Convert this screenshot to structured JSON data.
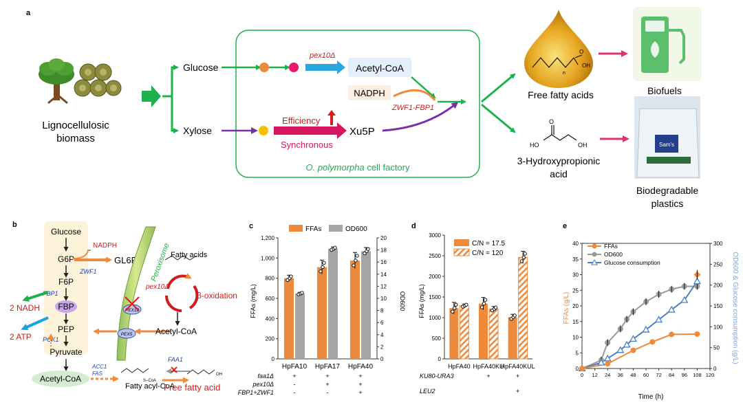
{
  "panel_a": {
    "label": "a",
    "biomass_label_1": "Lignocellulosic",
    "biomass_label_2": "biomass",
    "glucose": "Glucose",
    "xylose": "Xylose",
    "pex10": "pex10Δ",
    "acetyl_coa": "Acetyl-CoA",
    "nadph": "NADPH",
    "zwf1_fbp1": "ZWF1-FBP1",
    "efficiency": "Efficiency",
    "synchronous": "Synchronous",
    "xu5p": "Xu5P",
    "cell_factory_species": "O. polymorpha",
    "cell_factory_suffix": " cell factory",
    "ffa": "Free fatty acids",
    "hp_label_1": "3-Hydroxypropionic",
    "hp_label_2": "acid",
    "biofuels": "Biofuels",
    "plastics_1": "Biodegradable",
    "plastics_2": "plastics",
    "molecule_oh": "OH",
    "molecule_ho": "HO",
    "molecule_o": "O",
    "molecule_n": "n",
    "bag_brand": "Sam's"
  },
  "panel_b": {
    "label": "b",
    "glucose": "Glucose",
    "g6p": "G6P",
    "nadph": "NADPH",
    "zwf1": "ZWF1",
    "gl6p": "GL6P",
    "f6p": "F6P",
    "fbp1": "FBP1",
    "fbp": "FBP",
    "nadh": "2 NADH",
    "atp": "2 ATP",
    "pep": "PEP",
    "pck1": "PCK1",
    "pyruvate": "Pyruvate",
    "acetyl_coa_left": "Acetyl-CoA",
    "acc1": "ACC1",
    "fas": "FAS",
    "fatty_acyl_coa": "Fatty acyl-CoA",
    "faa1": "FAA1",
    "free_fatty_acid": "Free fatty acid",
    "peroxisome": "Peroxisome",
    "fatty_acids": "Fatty acids",
    "pex10": "pex10Δ",
    "beta_ox": "β-oxidation",
    "pex12": "PEX12",
    "pex5": "PEX5",
    "acetyl_coa_right": "Acetyl-CoA",
    "scoa": "S–CoA",
    "oh": "OH"
  },
  "panel_c": {
    "label": "c",
    "legend": [
      "FFAs",
      "OD600"
    ],
    "ylabel_left": "FFAs (mg/L)",
    "ylabel_right": "OD600",
    "yticks_left": [
      "0",
      "200",
      "400",
      "600",
      "800",
      "1,000",
      "1,200"
    ],
    "yticks_right": [
      "0",
      "2",
      "4",
      "6",
      "8",
      "10",
      "12",
      "14",
      "16",
      "18",
      "20"
    ],
    "genotype_rows": [
      {
        "name": "faa1Δ",
        "marks": [
          "+",
          "+",
          "+"
        ]
      },
      {
        "name": "pex10Δ",
        "marks": [
          "-",
          "+",
          "+"
        ]
      },
      {
        "name": "FBP1+ZWF1",
        "marks": [
          "-",
          "-",
          "+"
        ]
      }
    ]
  },
  "panel_d": {
    "label": "d",
    "legend": [
      "C/N = 17.5",
      "C/N = 120"
    ],
    "ylabel": "FFAs (mg/L)",
    "yticks": [
      "0",
      "500",
      "1000",
      "1500",
      "2000",
      "2500",
      "3000"
    ],
    "genotype_rows": [
      {
        "name": "KU80-URA3",
        "marks": [
          "",
          "+",
          "+"
        ]
      },
      {
        "name": "LEU2",
        "marks": [
          "",
          "",
          "+"
        ]
      }
    ]
  },
  "panel_e": {
    "label": "e",
    "legend": [
      "FFAs",
      "OD600",
      "Glucose consumption"
    ],
    "ylabel_left": "FFAs (g/L)",
    "ylabel_right": "OD600 & Glucose consumption (g/L)",
    "xlabel": "Time (h)",
    "xticks": [
      "0",
      "12",
      "24",
      "36",
      "48",
      "60",
      "72",
      "84",
      "96",
      "108",
      "120"
    ],
    "yticks_left": [
      "0",
      "5",
      "10",
      "15",
      "20",
      "25",
      "30",
      "35",
      "40"
    ],
    "yticks_right": [
      "0",
      "50",
      "100",
      "150",
      "200",
      "250",
      "300"
    ]
  },
  "chart_data": [
    {
      "type": "bar",
      "panel": "c",
      "categories": [
        "HpFA10",
        "HpFA17",
        "HpFA40"
      ],
      "series": [
        {
          "name": "FFAs",
          "axis": "left",
          "values": [
            800,
            910,
            975
          ],
          "errors": [
            30,
            70,
            80
          ]
        },
        {
          "name": "OD600",
          "axis": "right",
          "values": [
            10.8,
            18.2,
            17.8
          ],
          "errors": [
            0.2,
            0.3,
            0.6
          ]
        }
      ],
      "ylim_left": [
        0,
        1200
      ],
      "ylim_right": [
        0,
        20
      ],
      "colors": {
        "FFAs": "#ee8a3c",
        "OD600": "#a6a6a6"
      }
    },
    {
      "type": "bar",
      "panel": "d",
      "categories": [
        "HpFA40",
        "HpFA40KU",
        "HpFA40KUL"
      ],
      "series": [
        {
          "name": "C/N = 17.5",
          "values": [
            1230,
            1340,
            1010
          ],
          "errors": [
            140,
            150,
            70
          ]
        },
        {
          "name": "C/N = 120",
          "values": [
            1290,
            1210,
            2460
          ],
          "errors": [
            40,
            60,
            150
          ]
        }
      ],
      "ylim": [
        0,
        3000
      ],
      "colors": {
        "C/N = 17.5": "#ee8a3c",
        "C/N = 120": "hatched-orange"
      }
    },
    {
      "type": "line",
      "panel": "e",
      "x": [
        0,
        18,
        24,
        36,
        42,
        48,
        60,
        72,
        84,
        96,
        108
      ],
      "series": [
        {
          "name": "FFAs",
          "axis": "left",
          "x": [
            0,
            24,
            48,
            66,
            84,
            108
          ],
          "values": [
            0,
            1.5,
            5.8,
            8.5,
            10.9,
            11
          ]
        },
        {
          "name": "OD600",
          "axis": "right",
          "x": [
            0,
            18,
            24,
            36,
            42,
            48,
            60,
            72,
            84,
            96,
            108
          ],
          "values": [
            0,
            20,
            62,
            95,
            118,
            136,
            160,
            178,
            190,
            197,
            197
          ]
        },
        {
          "name": "Glucose consumption",
          "axis": "right",
          "x": [
            0,
            18,
            24,
            36,
            42,
            48,
            60,
            72,
            84,
            96,
            108
          ],
          "values": [
            0,
            14,
            24,
            44,
            57,
            71,
            93,
            117,
            141,
            164,
            209
          ]
        }
      ],
      "final_point": {
        "series": "FFAs",
        "x": 108,
        "value": 30
      },
      "xlim": [
        0,
        120
      ],
      "ylim_left": [
        0,
        40
      ],
      "ylim_right": [
        0,
        300
      ],
      "colors": {
        "FFAs": "#ee8a3c",
        "OD600": "#9a9a9a",
        "Glucose consumption": "#4a7fc4"
      }
    }
  ]
}
